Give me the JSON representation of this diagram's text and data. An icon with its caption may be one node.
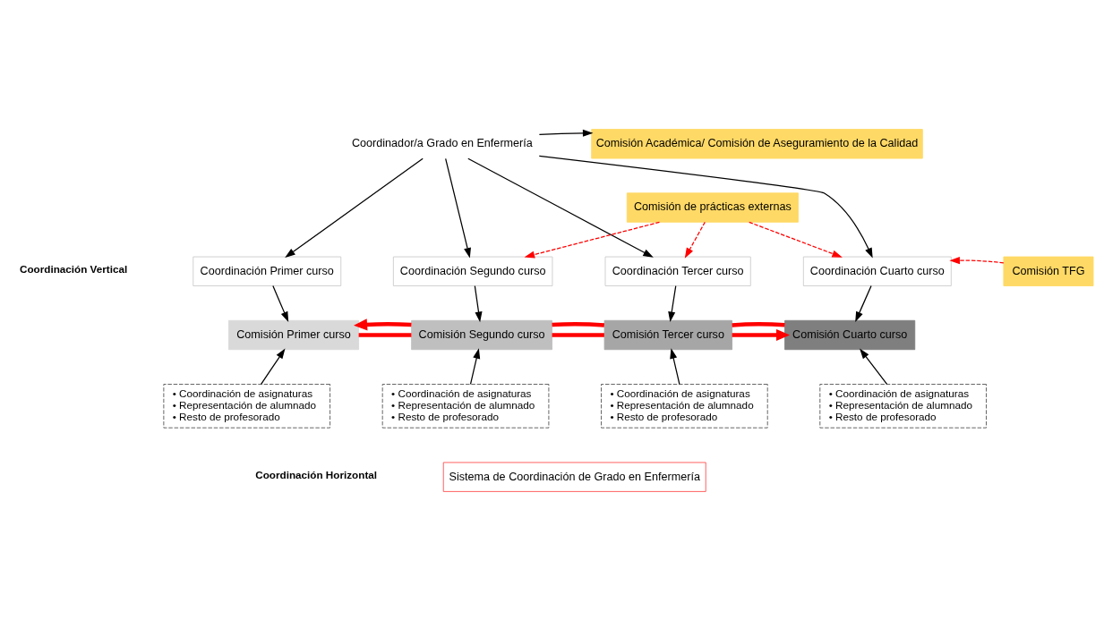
{
  "diagram": {
    "nodes": [
      {
        "text": [
          "Coordinador/a Grado en Enfermería"
        ]
      },
      {
        "text": [
          "Comisión Académica/ Comisión de Aseguramiento de la Calidad"
        ]
      },
      {
        "text": [
          "Comisión de prácticas externas"
        ]
      },
      {
        "text": [
          "Coordinación Primer curso"
        ]
      },
      {
        "text": [
          "Coordinación Segundo curso"
        ]
      },
      {
        "text": [
          "Coordinación Tercer curso"
        ]
      },
      {
        "text": [
          "Coordinación Cuarto curso"
        ]
      },
      {
        "text": [
          "Comisión TFG"
        ]
      },
      {
        "text": [
          "Comisión Primer curso"
        ]
      },
      {
        "text": [
          "Comisión Segundo curso"
        ]
      },
      {
        "text": [
          "Comisión Tercer curso"
        ]
      },
      {
        "text": [
          "Comisión Cuarto curso"
        ]
      },
      {
        "text": [
          "• Coordinación de asignaturas",
          "• Representación de alumnado",
          "• Resto de profesorado"
        ]
      },
      {
        "text": [
          "• Coordinación de asignaturas",
          "• Representación de alumnado",
          "• Resto de profesorado"
        ]
      },
      {
        "text": [
          "• Coordinación de asignaturas",
          "• Representación de alumnado",
          "• Resto de profesorado"
        ]
      },
      {
        "text": [
          "• Coordinación de asignaturas",
          "• Representación de alumnado",
          "• Resto de profesorado"
        ]
      },
      {
        "text": [
          "Sistema de Coordinación de Grado en Enfermería"
        ]
      }
    ],
    "edges": [
      {
        "from": 0,
        "to": 1,
        "arrow": "to"
      },
      {
        "from": 0,
        "to": 3,
        "arrow": "to"
      },
      {
        "from": 0,
        "to": 4,
        "arrow": "to"
      },
      {
        "from": 0,
        "to": 5,
        "arrow": "to"
      },
      {
        "from": 0,
        "to": 6,
        "arrow": "to"
      },
      {
        "from": 2,
        "to": 4,
        "arrow": "to",
        "style": "dashed",
        "color": "#ff0000"
      },
      {
        "from": 2,
        "to": 5,
        "arrow": "to",
        "style": "dashed",
        "color": "#ff0000"
      },
      {
        "from": 2,
        "to": 6,
        "arrow": "to",
        "style": "dashed",
        "color": "#ff0000"
      },
      {
        "from": 7,
        "to": 6,
        "arrow": "to",
        "style": "dashed",
        "color": "#ff0000"
      },
      {
        "from": 3,
        "to": 8,
        "arrow": "to"
      },
      {
        "from": 4,
        "to": 9,
        "arrow": "to"
      },
      {
        "from": 5,
        "to": 10,
        "arrow": "to"
      },
      {
        "from": 6,
        "to": 11,
        "arrow": "to"
      },
      {
        "from": 8,
        "to": 9,
        "arrow": "none",
        "style": "thick",
        "color": "#ff0000"
      },
      {
        "from": 9,
        "to": 10,
        "arrow": "none",
        "style": "thick",
        "color": "#ff0000"
      },
      {
        "from": 10,
        "to": 11,
        "arrow": "to",
        "style": "thick",
        "color": "#ff0000"
      },
      {
        "from": 11,
        "to": 10,
        "arrow": "none",
        "style": "thick",
        "color": "#ff0000"
      },
      {
        "from": 10,
        "to": 9,
        "arrow": "none",
        "style": "thick",
        "color": "#ff0000"
      },
      {
        "from": 9,
        "to": 8,
        "arrow": "to",
        "style": "thick",
        "color": "#ff0000"
      },
      {
        "from": 12,
        "to": 8,
        "arrow": "to"
      },
      {
        "from": 13,
        "to": 9,
        "arrow": "to"
      },
      {
        "from": 14,
        "to": 10,
        "arrow": "to"
      },
      {
        "from": 15,
        "to": 11,
        "arrow": "to"
      }
    ],
    "labels": [
      "Coordinación Vertical",
      "Coordinación Horizontal"
    ]
  }
}
